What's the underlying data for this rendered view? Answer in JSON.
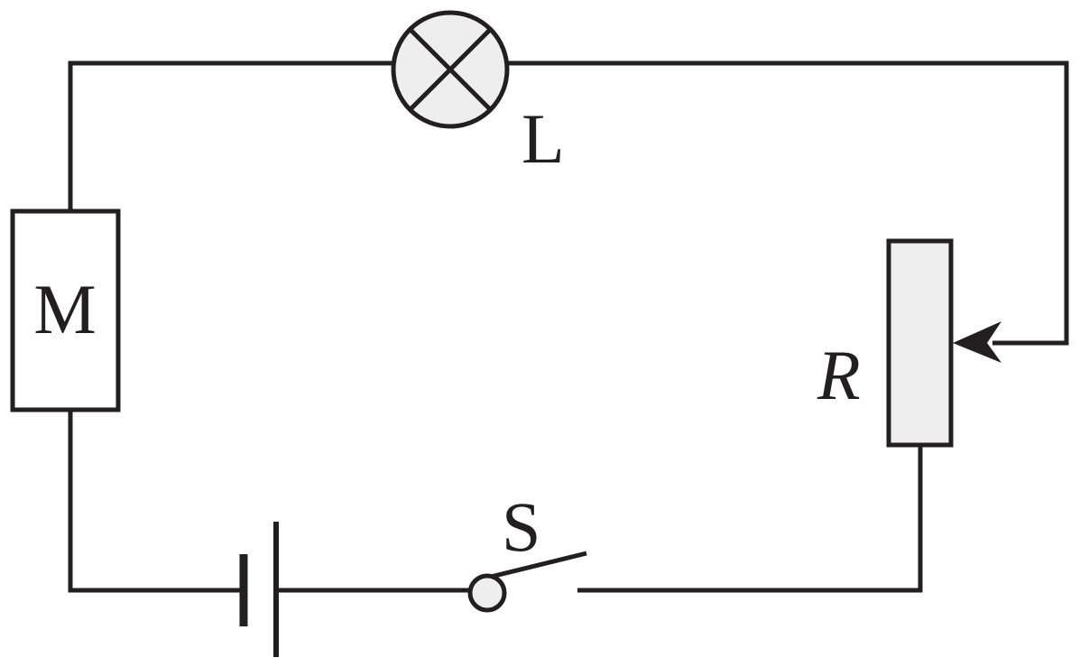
{
  "diagram": {
    "type": "circuit",
    "components": {
      "motor": {
        "label": "M"
      },
      "lamp": {
        "label": "L"
      },
      "rheostat": {
        "label": "R"
      },
      "switch": {
        "label": "S"
      },
      "battery": {
        "label": ""
      }
    },
    "colors": {
      "stroke": "#231f20",
      "fill_light": "#eeeeee",
      "background": "#ffffff"
    }
  }
}
